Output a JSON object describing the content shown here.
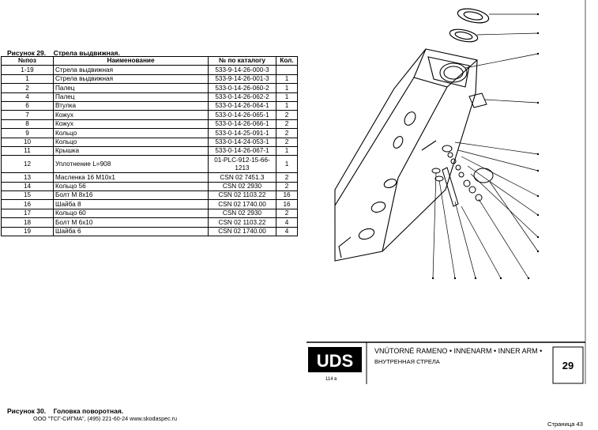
{
  "figure29": {
    "label": "Рисунок 29.",
    "title": "Стрела выдвижная."
  },
  "table": {
    "headers": [
      "№поз",
      "Наименование",
      "№ по каталогу",
      "Кол."
    ],
    "rows": [
      {
        "pos": "1-19",
        "name": "Стрела выдвижная",
        "catalog": "533-9-14-26-000-3",
        "qty": ""
      },
      {
        "pos": "1",
        "name": "Стрела выдвижная",
        "catalog": "533-9-14-26-001-3",
        "qty": "1"
      },
      {
        "pos": "2",
        "name": "Палец",
        "catalog": "533-0-14-26-060-2",
        "qty": "1"
      },
      {
        "pos": "4",
        "name": "Палец",
        "catalog": "533-0-14-26-062-2",
        "qty": "1"
      },
      {
        "pos": "6",
        "name": "Втулка",
        "catalog": "533-0-14-26-064-1",
        "qty": "1"
      },
      {
        "pos": "7",
        "name": "Кожух",
        "catalog": "533-0-14-26-065-1",
        "qty": "2"
      },
      {
        "pos": "8",
        "name": "Кожух",
        "catalog": "533-0-14-26-066-1",
        "qty": "2"
      },
      {
        "pos": "9",
        "name": "Кольцо",
        "catalog": "533-0-14-25-091-1",
        "qty": "2"
      },
      {
        "pos": "10",
        "name": "Кольцо",
        "catalog": "533-0-14-24-053-1",
        "qty": "2"
      },
      {
        "pos": "11",
        "name": "Крышка",
        "catalog": "533-0-14-26-067-1",
        "qty": "1"
      },
      {
        "pos": "12",
        "name": "Уплотнение L=908",
        "catalog": "01-PLC-912-15-66-1213",
        "qty": "1",
        "tall": true
      },
      {
        "pos": "13",
        "name": "Масленка 16 М10х1",
        "catalog": "CSN 02 7451.3",
        "qty": "2"
      },
      {
        "pos": "14",
        "name": "Кольцо 56",
        "catalog": "CSN 02 2930",
        "qty": "2"
      },
      {
        "pos": "15",
        "name": "Болт М 8х16",
        "catalog": "CSN 02 1103.22",
        "qty": "16"
      },
      {
        "pos": "16",
        "name": "Шайба 8",
        "catalog": "CSN 02 1740.00",
        "qty": "16"
      },
      {
        "pos": "17",
        "name": "Кольцо 60",
        "catalog": "CSN 02 2930",
        "qty": "2"
      },
      {
        "pos": "18",
        "name": "Болт М 6х10",
        "catalog": "CSN 02 1103.22",
        "qty": "4"
      },
      {
        "pos": "19",
        "name": "Шайба 6",
        "catalog": "CSN 02 1740.00",
        "qty": "4"
      }
    ]
  },
  "drawing": {
    "logo": "UDS",
    "logo_sub": "114 в",
    "caption_line1": "VNÚTORNÉ RAMENO • INNENARM • INNER ARM •",
    "caption_line2": "ВНУТРЕННАЯ СТРЕЛА",
    "page_box": "29"
  },
  "figure30": {
    "label": "Рисунок 30.",
    "title": "Головка поворотная."
  },
  "footer": {
    "text": "ООО \"ТСГ-СИГМА\", (495) 221-60-24 www.skodaspec.ru"
  },
  "page": {
    "label": "Страница 43"
  }
}
